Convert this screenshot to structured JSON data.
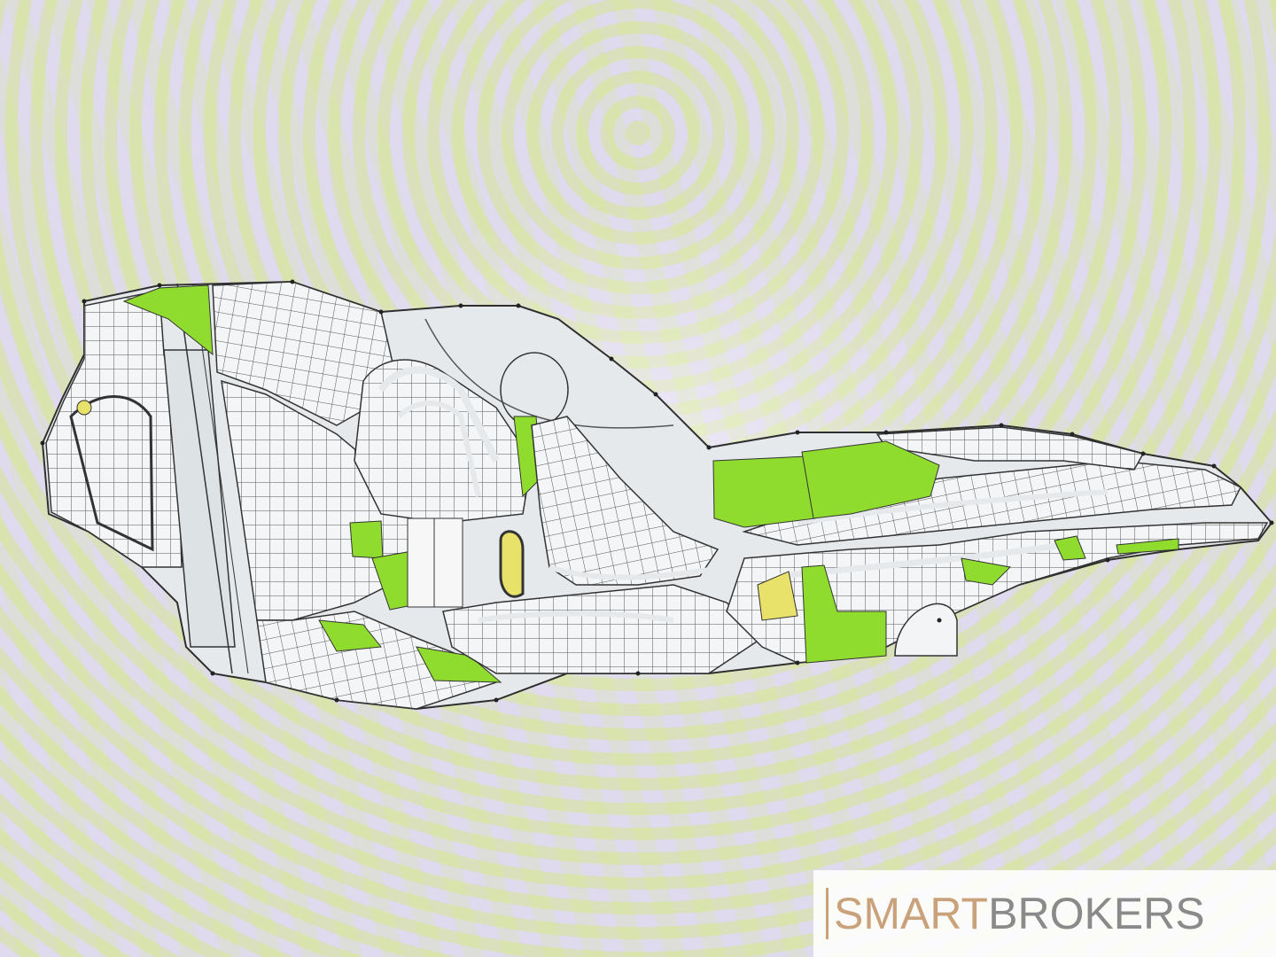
{
  "watermark": {
    "brand_primary": "SMART",
    "brand_secondary": "BROKERS",
    "primary_color": "#c9a27c",
    "secondary_color": "#8a8a8a"
  },
  "map": {
    "type": "subdivision-site-plan",
    "colors": {
      "green_area": "#8fdc2e",
      "lot_fill": "#f3f4f6",
      "road": "#e4e7ea",
      "outline": "#3a3a3a",
      "yellow_area": "#e9e26a"
    }
  }
}
